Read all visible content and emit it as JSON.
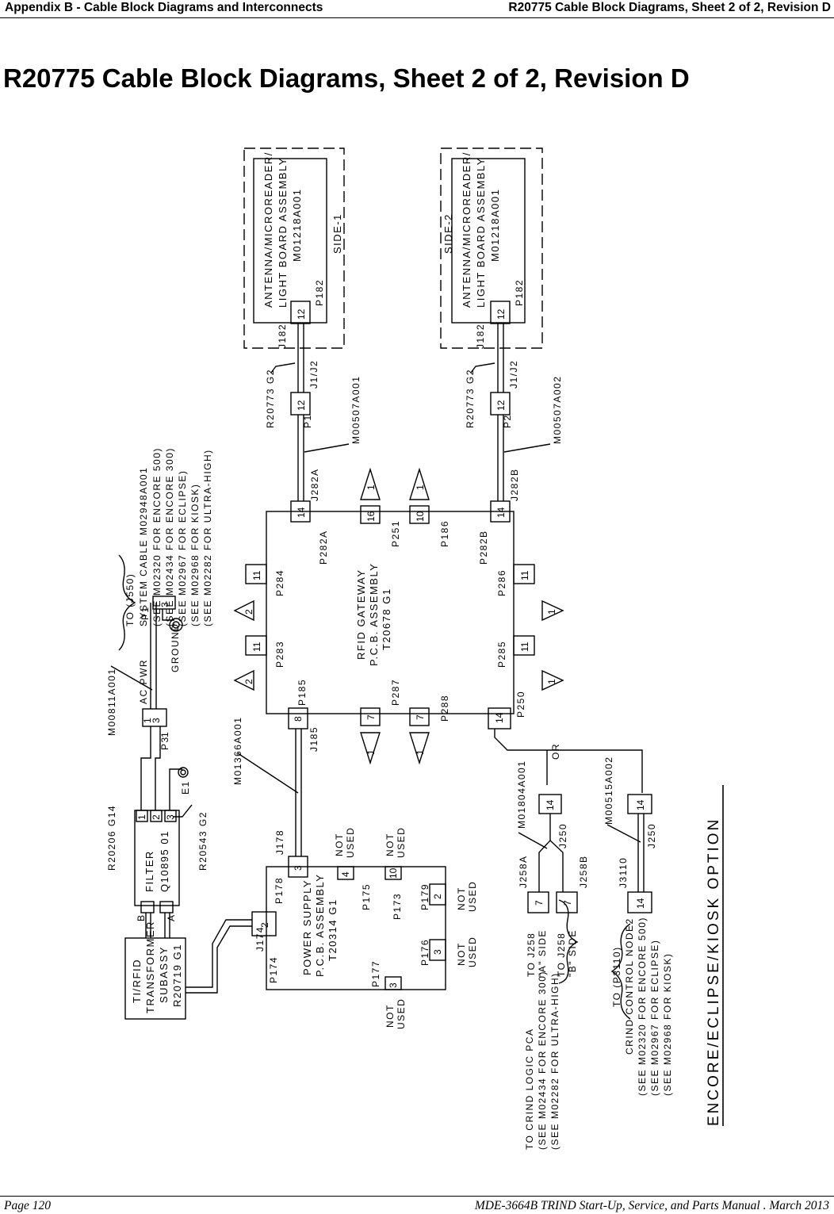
{
  "header": {
    "left": "Appendix B - Cable Block Diagrams and Interconnects",
    "right": "R20775 Cable Block Diagrams, Sheet 2 of 2, Revision D"
  },
  "title": "R20775 Cable Block Diagrams, Sheet 2 of 2, Revision D",
  "footer": {
    "left": "Page 120",
    "right": "MDE-3664B TRIND Start-Up, Service, and Parts Manual . March 2013"
  },
  "diagram": {
    "option_label": "ENCORE/ECLIPSE/KIOSK OPTION",
    "antenna_side1": {
      "lines": [
        "ANTENNA/MICROREADER/",
        "LIGHT BOARD ASSEMBLY",
        "M01218A001"
      ],
      "side": "SIDE-1",
      "jack": "J182",
      "plug": "P182",
      "pins": "12"
    },
    "antenna_side2": {
      "lines": [
        "ANTENNA/MICROREADER/",
        "LIGHT BOARD ASSEMBLY",
        "M01218A001"
      ],
      "side": "SIDE-2",
      "jack": "J182",
      "plug": "P182",
      "pins": "12"
    },
    "cable_1": {
      "label": "R20773 G2",
      "plug": "P1",
      "jack": "J1/J2",
      "pins": "12",
      "part": "M00507A001"
    },
    "cable_2": {
      "label": "R20773 G2",
      "plug": "P2",
      "jack": "J1/J2",
      "pins": "12",
      "part": "M00507A002"
    },
    "rfid_gateway": {
      "lines": [
        "RFID GATEWAY",
        "P.C.B. ASSEMBLY",
        "T20678 G1"
      ],
      "conn": {
        "j282a": "J282A",
        "p282a": "P282A",
        "n14a": "14",
        "p251": "P251",
        "n16": "16",
        "p186": "P186",
        "n10": "10",
        "j282b": "J282B",
        "p282b": "P282B",
        "n14b": "14",
        "p284": "P284",
        "p283": "P283",
        "n11a": "11",
        "n11b": "11",
        "p286": "P286",
        "p285": "P285",
        "n11c": "11",
        "n11d": "11",
        "p185": "P185",
        "j185": "J185",
        "n8": "8",
        "p287": "P287",
        "p288": "P288",
        "n7a": "7",
        "n7b": "7",
        "p250": "P250",
        "n14c": "14"
      }
    },
    "triangles": [
      "1",
      "1",
      "2",
      "2",
      "1",
      "1",
      "1",
      "1"
    ],
    "system_cable": {
      "lines": [
        "TO (J550)",
        "SYSTEM CABLE M02948A001",
        "(SEE M02320 FOR ENCORE 500)",
        "(SEE M02434 FOR ENCORE 300)",
        "(SEE M02967 FOR ECLIPSE)",
        "(SEE M02968 FOR KIOSK)",
        "(SEE M02282 FOR ULTRA-HIGH)"
      ]
    },
    "ac_power": {
      "part": "M00811A001",
      "label": "AC PWR",
      "p3": "P3",
      "p1": "P1",
      "pin1": "1",
      "pin3": "3",
      "pin3b": "3",
      "pin1b": "1",
      "ground": "GROUND"
    },
    "m01366": "M01366A001",
    "filter": {
      "lines": [
        "FILTER",
        "Q10895 01"
      ],
      "r20206": "R20206 G14",
      "r20543": "R20543 G2",
      "e1": "E1",
      "a": "A",
      "b": "B",
      "pins": [
        "1",
        "2",
        "3"
      ]
    },
    "transformer": {
      "lines": [
        "TI/RFID",
        "TRANSFORMER",
        "SUBASSY",
        "R20719 G1"
      ]
    },
    "power_supply": {
      "lines": [
        "POWER SUPPLY",
        "P.C.B. ASSEMBLY",
        "T20314 G1"
      ],
      "p178": "P178",
      "j178": "J178",
      "n3": "3",
      "j174": "J174",
      "p174": "P174",
      "n2": "2",
      "p175": "P175",
      "n4": "4",
      "p173": "P173",
      "n10": "10",
      "p179": "P179",
      "n2b": "2",
      "p176": "P176",
      "n3b": "3",
      "p177": "P177",
      "n3c": "3"
    },
    "not_used": "NOT",
    "used": "USED",
    "logic": {
      "m01804": "M01804A001",
      "j258a": "J258A",
      "j258b": "J258B",
      "j250": "J250",
      "n7a": "7",
      "n7b": "7",
      "n14": "14",
      "or": "OR",
      "to_a": [
        "TO J258",
        "\"A\" SIDE"
      ],
      "to_b": [
        "TO J258",
        "\"B\" SIDE"
      ],
      "lines": [
        "TO CRIND LOGIC PCA",
        "(SEE M02434 FOR ENCORE 300)",
        "(SEE M02282 FOR ULTRA-HIGH)"
      ]
    },
    "node": {
      "m00515": "M00515A002",
      "j3110": "J3110",
      "j250": "J250",
      "n14a": "14",
      "n14b": "14",
      "lines": [
        "TO (P3110)",
        "CRIND CONTROL NODE2",
        "(SEE M02320 FOR ENCORE 500)",
        "(SEE M02967 FOR ECLIPSE)",
        "(SEE M02968 FOR KIOSK)"
      ]
    }
  }
}
